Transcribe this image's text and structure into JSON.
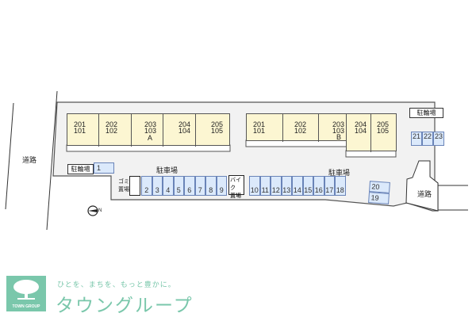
{
  "roads": {
    "left_label": "道路",
    "right_label": "道路"
  },
  "buildings": [
    {
      "name": "A",
      "units": [
        {
          "upper": "201",
          "lower": "101"
        },
        {
          "upper": "202",
          "lower": "102"
        },
        {
          "upper": "203",
          "lower": "103"
        },
        {
          "upper": "204",
          "lower": "104"
        },
        {
          "upper": "205",
          "lower": "105"
        }
      ]
    },
    {
      "name": "B",
      "units": [
        {
          "upper": "201",
          "lower": "101"
        },
        {
          "upper": "202",
          "lower": "102"
        },
        {
          "upper": "203",
          "lower": "103"
        },
        {
          "upper": "204",
          "lower": "104"
        },
        {
          "upper": "205",
          "lower": "105"
        }
      ]
    }
  ],
  "labels": {
    "bicycle_parking_left": "駐輪場",
    "bicycle_parking_right": "駐輪場",
    "parking_left": "駐車場",
    "parking_right": "駐車場",
    "garbage_line1": "ゴミ",
    "garbage_line2": "置場",
    "bike_line1": "バイク",
    "bike_line2": "置場"
  },
  "spots": {
    "spot1": "1",
    "row_left": [
      "2",
      "3",
      "4",
      "5",
      "6",
      "7",
      "8",
      "9"
    ],
    "row_right": [
      "10",
      "11",
      "12",
      "13",
      "14",
      "15",
      "16",
      "17",
      "18"
    ],
    "vertical": [
      "20",
      "19"
    ],
    "bicycle_right": [
      "21",
      "22",
      "23"
    ]
  },
  "compass": {
    "label": "N"
  },
  "logo": {
    "caption": "TOWN GROUP",
    "tagline": "ひとを、まちを、もっと豊かに。",
    "brand": "タウングループ"
  },
  "colors": {
    "unit_fill": "#fcf6d2",
    "spot_fill": "#dbe9fb",
    "lot_fill": "#f2f2f2",
    "brand": "#7ac7ab"
  }
}
